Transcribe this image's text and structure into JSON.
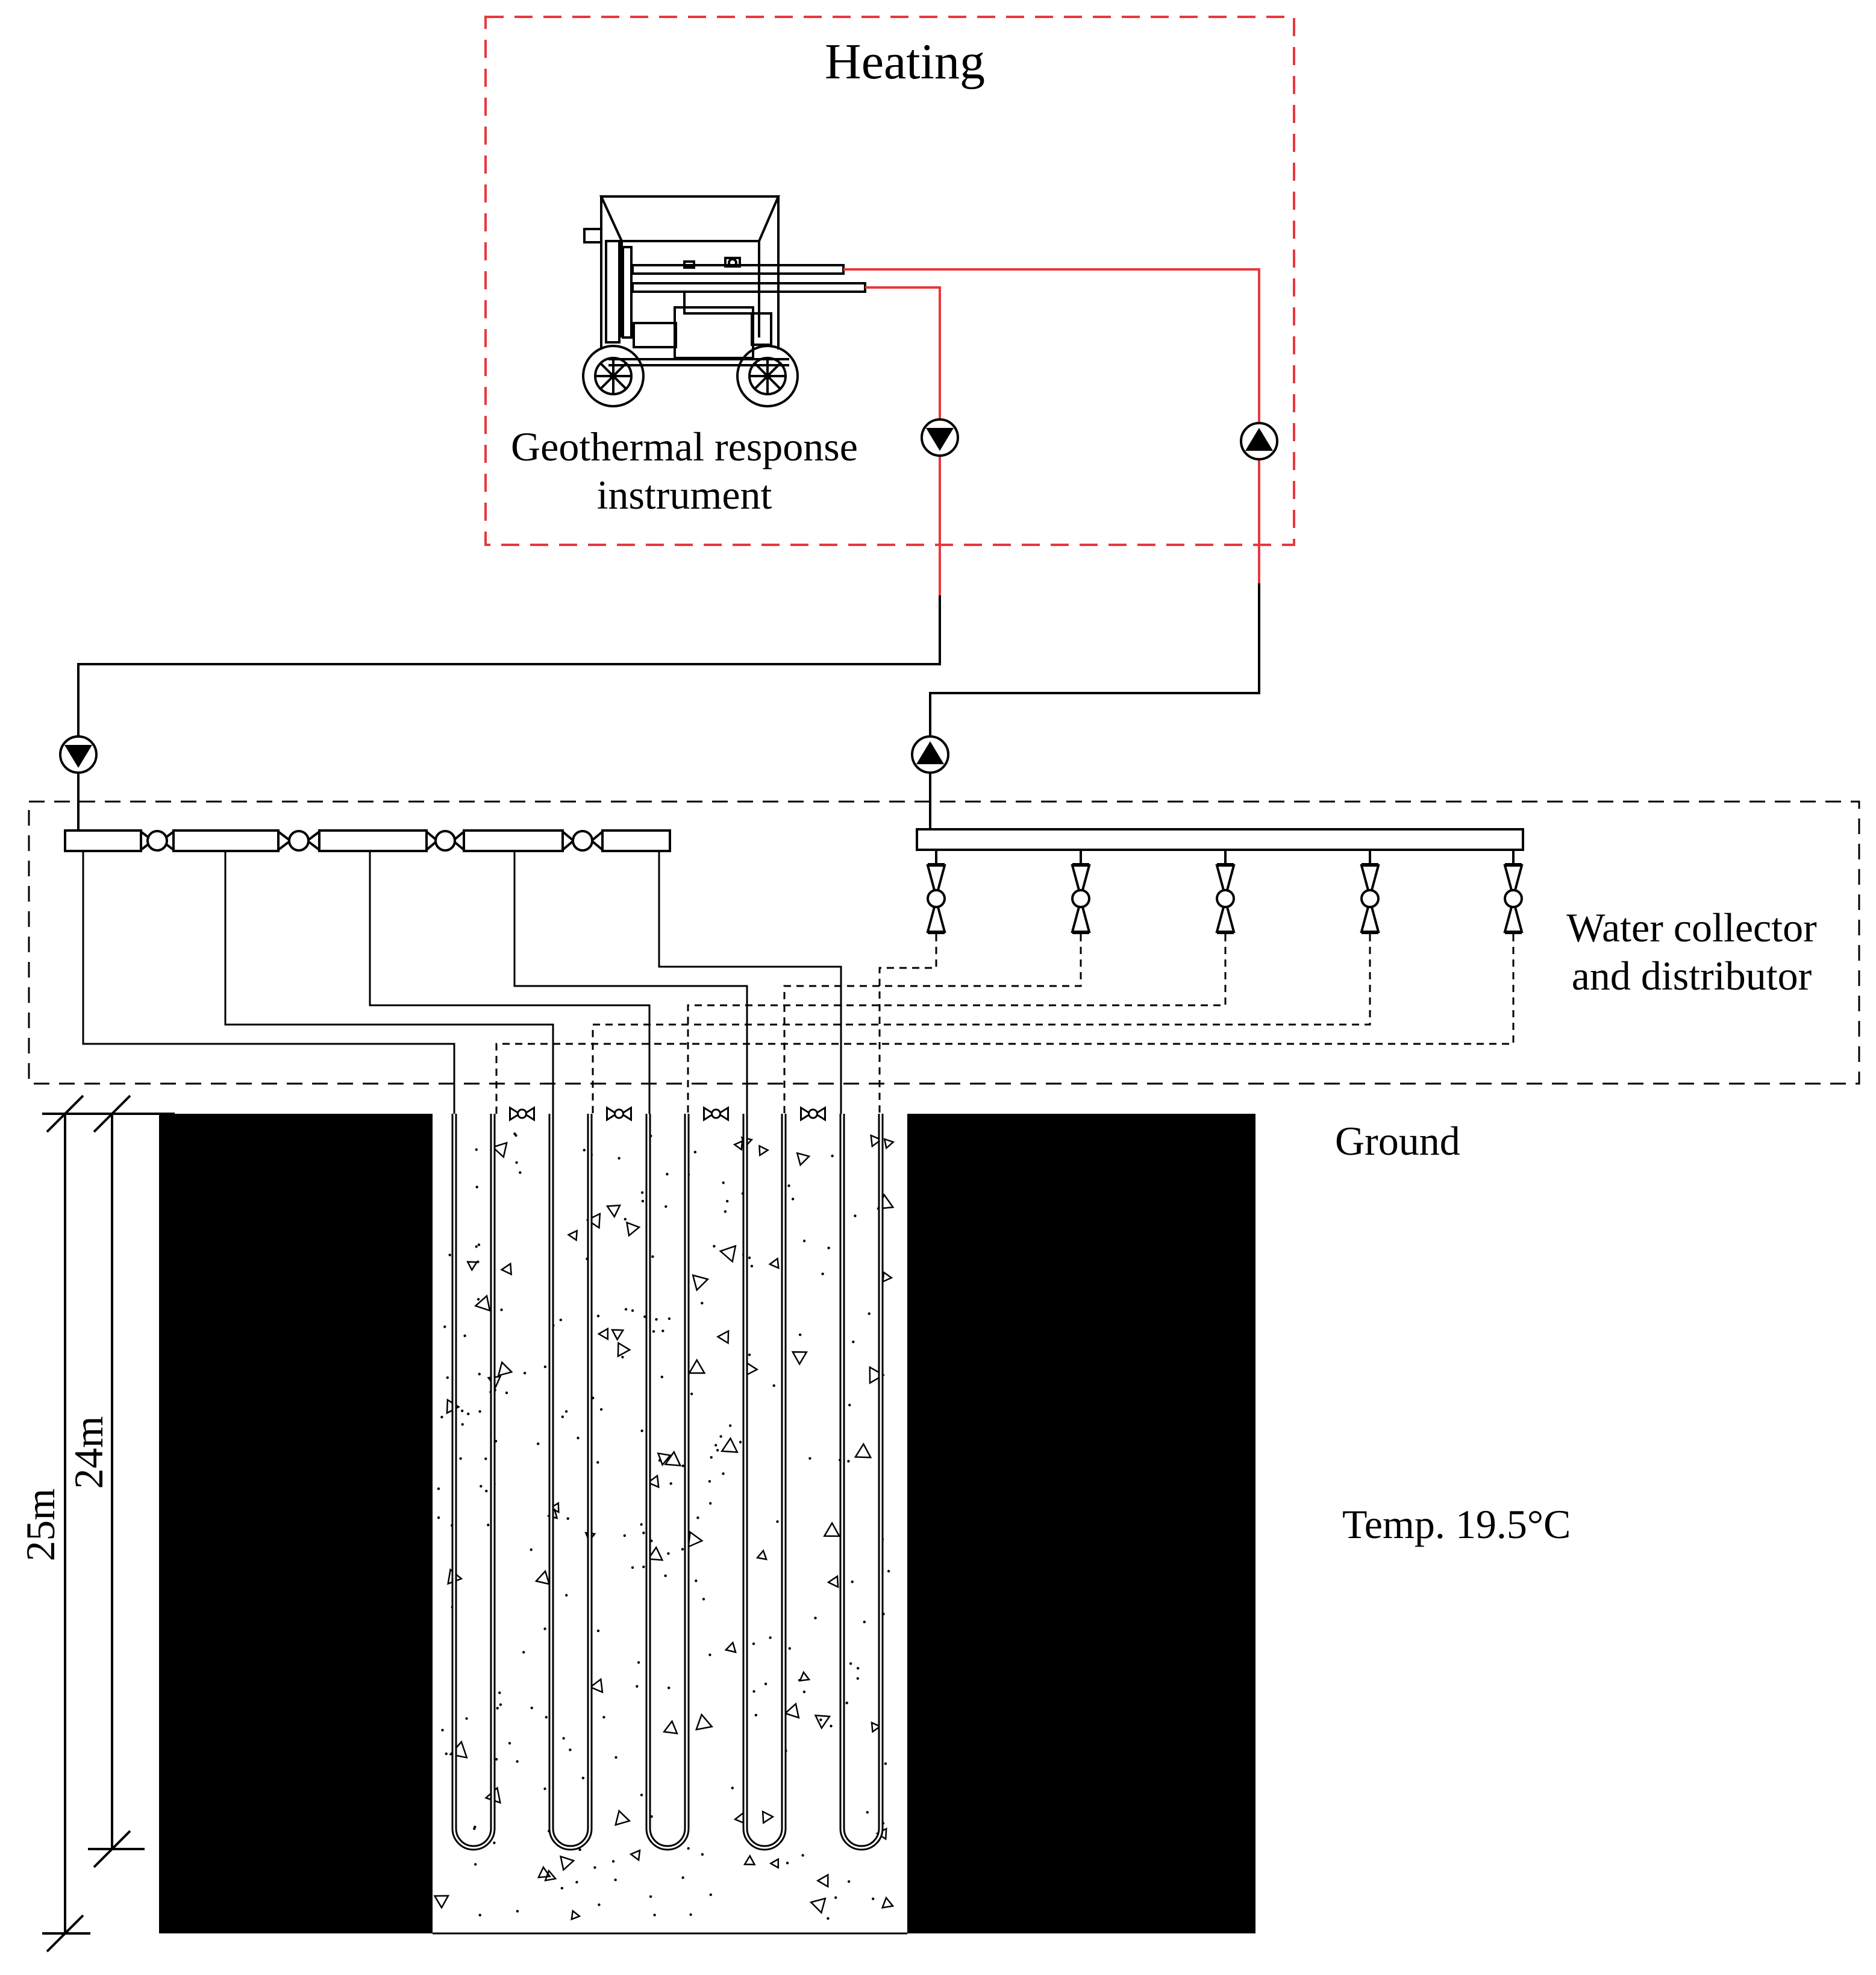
{
  "labels": {
    "heating": "Heating",
    "instrument_line1": "Geothermal response",
    "instrument_line2": "instrument",
    "collector_line1": "Water collector",
    "collector_line2": "and distributor",
    "ground": "Ground",
    "temperature": "Temp. 19.5°C",
    "depth_outer": "25m",
    "depth_inner": "24m"
  },
  "colors": {
    "heating_loop": "#e8383d",
    "line": "#000000",
    "soil": "#000000",
    "grout": "#ffffff"
  },
  "boreholes": {
    "count": 5
  },
  "distributor_valves": {
    "count": 5
  }
}
